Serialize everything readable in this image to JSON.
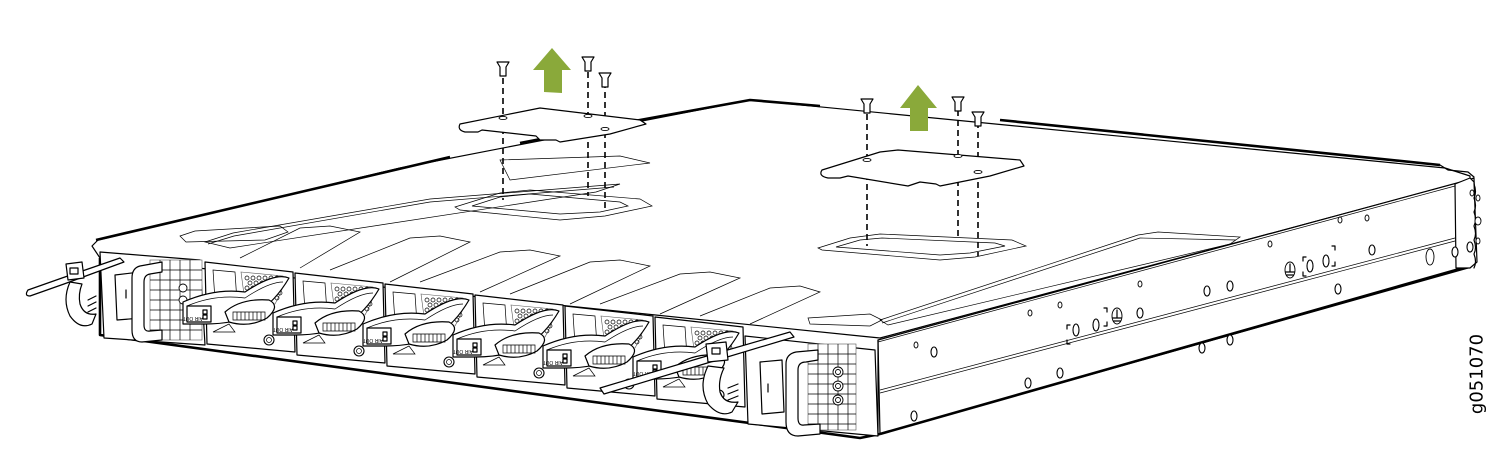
{
  "figure": {
    "id_label": "g051070",
    "description": "Removing access cover plates from top of switch chassis",
    "arrow_color": "#8aa93a",
    "arrow_direction": "up",
    "cover_plates": [
      {
        "name": "left-cover-plate",
        "screws": 3
      },
      {
        "name": "right-cover-plate",
        "screws": 3
      }
    ],
    "fan_module_label": "AIR OUT",
    "fan_module_count": 6,
    "power_supply_count": 2
  }
}
